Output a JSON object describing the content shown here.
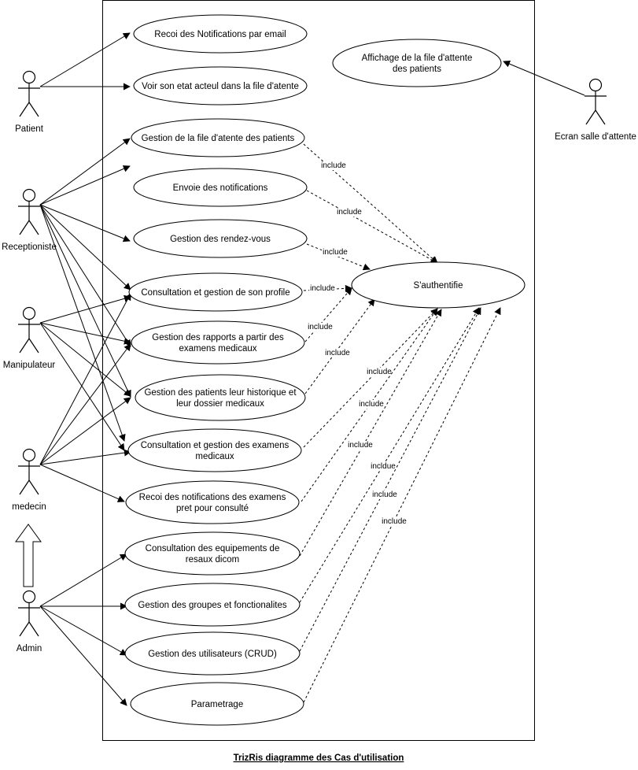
{
  "diagram": {
    "title": "TrizRis diagramme des Cas d'utilisation ",
    "actors": {
      "patient": "Patient",
      "receptionist": "Receptioniste",
      "manipulator": "Manipulateur",
      "doctor": "medecin",
      "admin": "Admin",
      "screen": "Ecran salle d'attente"
    },
    "use_cases": {
      "uc1": [
        "Recoi des Notifications par email"
      ],
      "uc2": [
        "Voir son etat acteul dans la file d'atente"
      ],
      "uc3": [
        "Gestion de la file d'atente des patients"
      ],
      "uc4": [
        "Envoie des notifications"
      ],
      "uc5": [
        "Gestion des rendez-vous"
      ],
      "uc6": [
        "Consultation et gestion de son profile"
      ],
      "uc7": [
        "Gestion des rapports a partir des",
        "examens medicaux"
      ],
      "uc8": [
        "Gestion des patients leur historique et",
        "leur dossier medicaux"
      ],
      "uc9": [
        "Consultation et gestion des examens",
        "medicaux"
      ],
      "uc10": [
        "Recoi des notifications des examens",
        "pret pour consulté"
      ],
      "uc11": [
        "Consultation des equipements de",
        "resaux dicom"
      ],
      "uc12": [
        "Gestion des groupes et fonctionalites"
      ],
      "uc13": [
        "Gestion des utilisateurs (CRUD)"
      ],
      "uc14": [
        "Parametrage"
      ],
      "uc15": [
        "Affichage de la file d'attente",
        "des patients"
      ],
      "auth": [
        "S'authentifie"
      ]
    },
    "include_labels": {
      "uc3": "include",
      "uc4": "include",
      "uc5": "include",
      "uc6": "include",
      "uc7": "include",
      "uc8": "include",
      "uc9": "include",
      "uc10": "include",
      "uc11": "include",
      "uc12": "incldue",
      "uc13": "include",
      "uc14": "include"
    }
  }
}
